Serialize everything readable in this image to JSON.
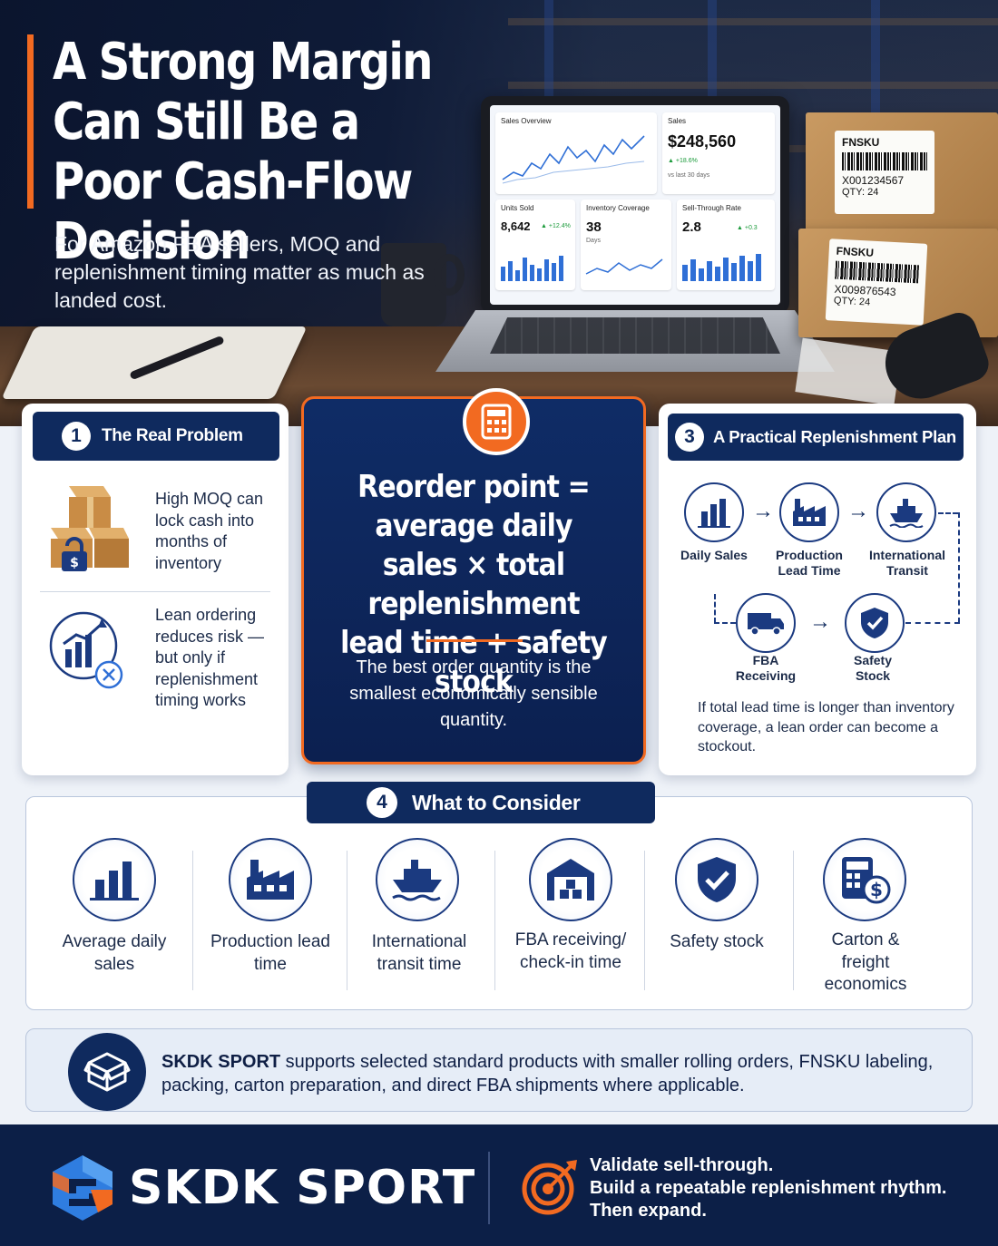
{
  "hero": {
    "title": "A Strong Margin Can Still Be a Poor Cash-Flow Decision",
    "subtitle": "For Amazon FBA sellers, MOQ and replenishment timing matter as much as landed cost.",
    "dashboard": {
      "sales_overview_label": "Sales Overview",
      "sales_label": "Sales",
      "sales_value": "$248,560",
      "sales_delta": "▲ +18.6%",
      "sales_period": "vs last 30 days",
      "units_label": "Units Sold",
      "units_value": "8,642",
      "units_delta": "▲ +12.4%",
      "coverage_label": "Inventory Coverage",
      "coverage_value": "38",
      "coverage_unit": "Days",
      "sellthrough_label": "Sell-Through Rate",
      "sellthrough_value": "2.8",
      "sellthrough_delta": "▲ +0.3"
    },
    "labels": [
      {
        "title": "FNSKU",
        "code": "X001234567",
        "qty": "QTY: 24"
      },
      {
        "title": "FNSKU",
        "code": "X009876543",
        "qty": "QTY: 24"
      }
    ]
  },
  "problem": {
    "number": "1",
    "title": "The Real Problem",
    "point1": "High MOQ can lock cash into months of inventory",
    "point2": "Lean ordering reduces risk — but only if replenishment timing works"
  },
  "formula": {
    "text": "Reorder point = average daily sales × total replenishment lead time + safety stock",
    "note": "The best order quantity is the smallest economically sensible quantity."
  },
  "plan": {
    "number": "3",
    "title": "A Practical Replenishment Plan",
    "steps": [
      "Daily Sales",
      "Production Lead Time",
      "International Transit",
      "FBA Receiving",
      "Safety Stock"
    ],
    "note": "If total lead time is longer than inventory coverage, a lean order can become a stockout."
  },
  "consider": {
    "number": "4",
    "title": "What to Consider",
    "items": [
      "Average daily sales",
      "Production lead time",
      "International transit time",
      "FBA receiving/ check-in time",
      "Safety stock",
      "Carton & freight economics"
    ]
  },
  "banner": {
    "brand": "SKDK SPORT",
    "text": " supports selected standard products with smaller rolling orders, FNSKU labeling, packing, carton preparation, and direct FBA shipments where applicable."
  },
  "footer": {
    "brand": "SKDK SPORT",
    "line1": "Validate sell-through.",
    "line2": "Build a repeatable replenishment rhythm.",
    "line3": "Then expand."
  },
  "colors": {
    "navy": "#0f2a5e",
    "orange": "#f26a21",
    "footer": "#0c1f47"
  }
}
